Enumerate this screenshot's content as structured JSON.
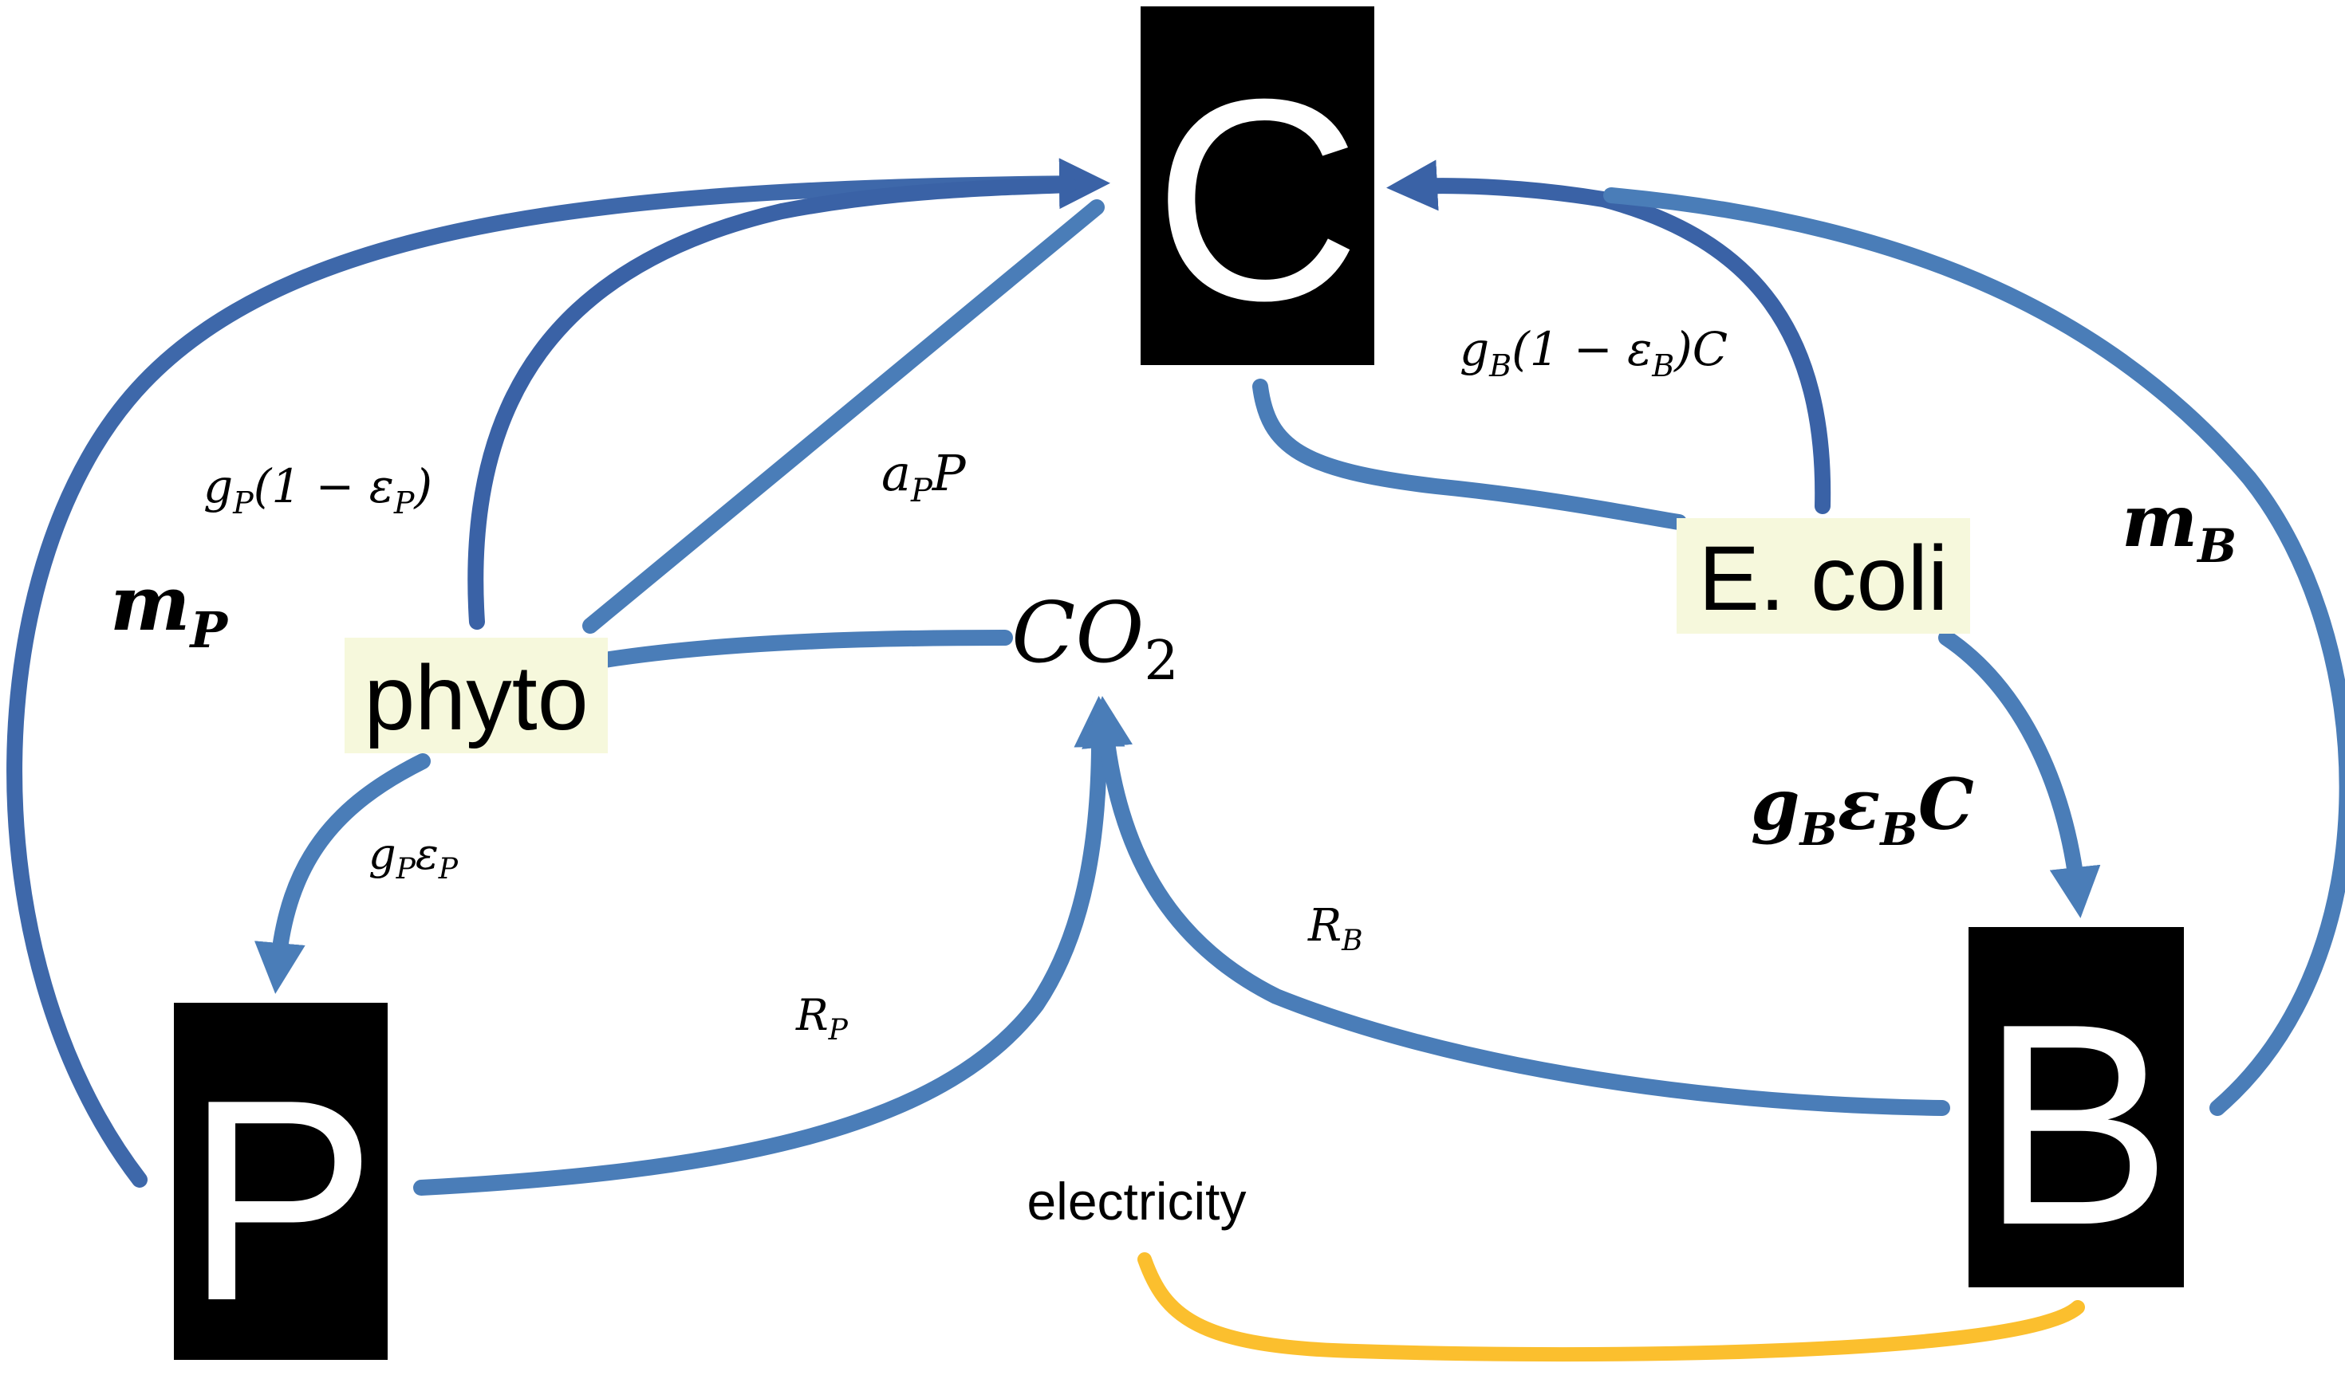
{
  "colors": {
    "flow": "#4a7db8",
    "flow_dark": "#3a62a6",
    "electricity": "#fbbf2e",
    "node": "#000000",
    "organism_bg": "#f6f8dc"
  },
  "nodes": {
    "C": "C",
    "P": "P",
    "B": "B"
  },
  "organisms": {
    "phyto": "phyto",
    "ecoli": "E. coli"
  },
  "pools": {
    "co2_base": "CO",
    "co2_sub": "2"
  },
  "labels": {
    "mP_base": "m",
    "mP_sub": "P",
    "gP_paren_base": "g",
    "gP_paren_sub": "P",
    "gP_paren_rest": "(1 − ε",
    "gP_paren_sub2": "P",
    "gP_paren_close": ")",
    "aP_base": "a",
    "aP_sub": "P",
    "aP_tail": "P",
    "gP_eps_g": "g",
    "gP_eps_sub1": "P",
    "gP_eps_e": "ε",
    "gP_eps_sub2": "P",
    "RP_base": "R",
    "RP_sub": "P",
    "gB_paren_base": "g",
    "gB_paren_sub": "B",
    "gB_paren_rest": "(1 − ε",
    "gB_paren_sub2": "B",
    "gB_paren_close": ")C",
    "mB_base": "m",
    "mB_sub": "B",
    "gB_eps_g": "g",
    "gB_eps_sub1": "B",
    "gB_eps_e": "ε",
    "gB_eps_sub2": "B",
    "gB_eps_tail": "C",
    "RB_base": "R",
    "RB_sub": "B",
    "electricity": "electricity"
  }
}
